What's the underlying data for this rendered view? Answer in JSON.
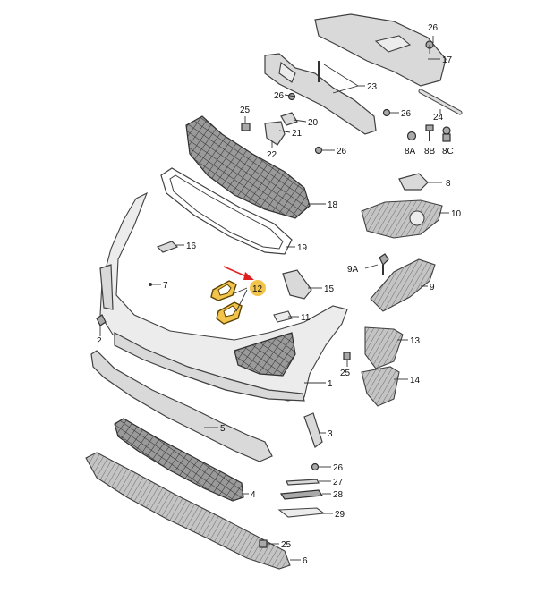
{
  "callouts": [
    {
      "id": "c26a",
      "label": "26"
    },
    {
      "id": "c17",
      "label": "17"
    },
    {
      "id": "c23",
      "label": "23"
    },
    {
      "id": "c26b",
      "label": "26"
    },
    {
      "id": "c26c",
      "label": "26"
    },
    {
      "id": "c25a",
      "label": "25"
    },
    {
      "id": "c20",
      "label": "20"
    },
    {
      "id": "c21",
      "label": "21"
    },
    {
      "id": "c22",
      "label": "22"
    },
    {
      "id": "c26d",
      "label": "26"
    },
    {
      "id": "c24",
      "label": "24"
    },
    {
      "id": "c8a",
      "label": "8A"
    },
    {
      "id": "c8b",
      "label": "8B"
    },
    {
      "id": "c8c",
      "label": "8C"
    },
    {
      "id": "c8",
      "label": "8"
    },
    {
      "id": "c18",
      "label": "18"
    },
    {
      "id": "c10",
      "label": "10"
    },
    {
      "id": "c16",
      "label": "16"
    },
    {
      "id": "c19",
      "label": "19"
    },
    {
      "id": "c9a",
      "label": "9A"
    },
    {
      "id": "c9",
      "label": "9"
    },
    {
      "id": "c7",
      "label": "7"
    },
    {
      "id": "c12",
      "label": "12"
    },
    {
      "id": "c15",
      "label": "15"
    },
    {
      "id": "c11",
      "label": "11"
    },
    {
      "id": "c2",
      "label": "2"
    },
    {
      "id": "c13",
      "label": "13"
    },
    {
      "id": "c25b",
      "label": "25"
    },
    {
      "id": "c1",
      "label": "1"
    },
    {
      "id": "c14",
      "label": "14"
    },
    {
      "id": "c5",
      "label": "5"
    },
    {
      "id": "c3",
      "label": "3"
    },
    {
      "id": "c26e",
      "label": "26"
    },
    {
      "id": "c27",
      "label": "27"
    },
    {
      "id": "c4",
      "label": "4"
    },
    {
      "id": "c28",
      "label": "28"
    },
    {
      "id": "c29",
      "label": "29"
    },
    {
      "id": "c25c",
      "label": "25"
    },
    {
      "id": "c6",
      "label": "6"
    }
  ],
  "highlight": {
    "part": "12",
    "color": "#f3c44c",
    "arrow_color": "#e02020"
  }
}
